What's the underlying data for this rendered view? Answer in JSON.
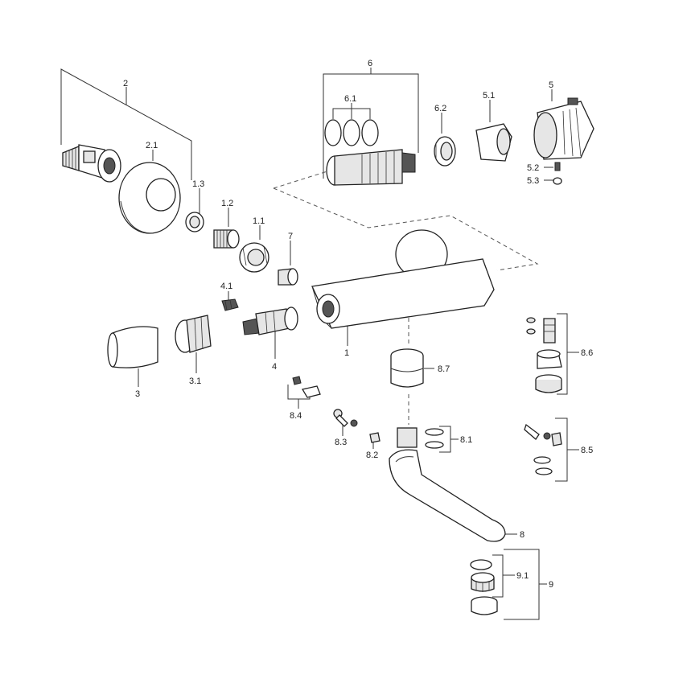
{
  "labels": {
    "p2": "2",
    "p2_1": "2.1",
    "p1_3": "1.3",
    "p1_2": "1.2",
    "p1_1": "1.1",
    "p7": "7",
    "p6": "6",
    "p6_1": "6.1",
    "p6_2": "6.2",
    "p5_1": "5.1",
    "p5": "5",
    "p5_2": "5.2",
    "p5_3": "5.3",
    "p4_1": "4.1",
    "p4": "4",
    "p3": "3",
    "p3_1": "3.1",
    "p1": "1",
    "p8_7": "8.7",
    "p8_6": "8.6",
    "p8_4": "8.4",
    "p8_3": "8.3",
    "p8_2": "8.2",
    "p8_1": "8.1",
    "p8_5": "8.5",
    "p8": "8",
    "p9_1": "9.1",
    "p9": "9"
  }
}
